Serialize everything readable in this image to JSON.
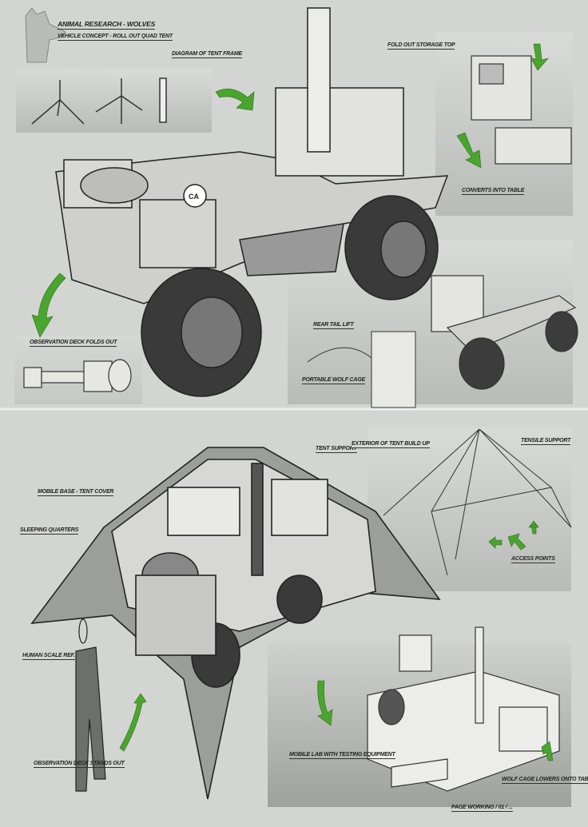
{
  "header": {
    "title": "ANIMAL RESEARCH - WOLVES",
    "subtitle": "VEHICLE CONCEPT - ROLL OUT QUAD TENT",
    "logo_icon": "wolf-head-sketch"
  },
  "top_sheet": {
    "labels": {
      "tent_frame": "DIAGRAM OF TENT FRAME",
      "storage": "FOLD OUT STORAGE TOP",
      "table": "CONVERTS INTO TABLE",
      "observation": "OBSERVATION DECK FOLDS OUT",
      "tail_lift": "REAR TAIL LIFT",
      "wolf_cage": "PORTABLE WOLF CAGE"
    },
    "badge_text": "CA"
  },
  "bottom_sheet": {
    "labels": {
      "tent_cover": "MOBILE BASE - TENT COVER",
      "sleeping": "SLEEPING QUARTERS",
      "tent_support": "TENT SUPPORT",
      "exterior": "EXTERIOR OF TENT BUILD UP",
      "tensile": "TENSILE SUPPORT",
      "access": "ACCESS POINTS",
      "human_scale": "HUMAN SCALE REF.",
      "observation": "OBSERVATION DECK STANDS OUT",
      "mobile_lab": "MOBILE LAB WITH TESTING EQUIPMENT",
      "cage_table": "WOLF CAGE LOWERS ONTO TABLE"
    },
    "footer": "PAGE WORKING / 01 / ..."
  },
  "colors": {
    "accent_green": "#4aa52e",
    "paper": "#d3d5d2",
    "ink": "#222222"
  }
}
